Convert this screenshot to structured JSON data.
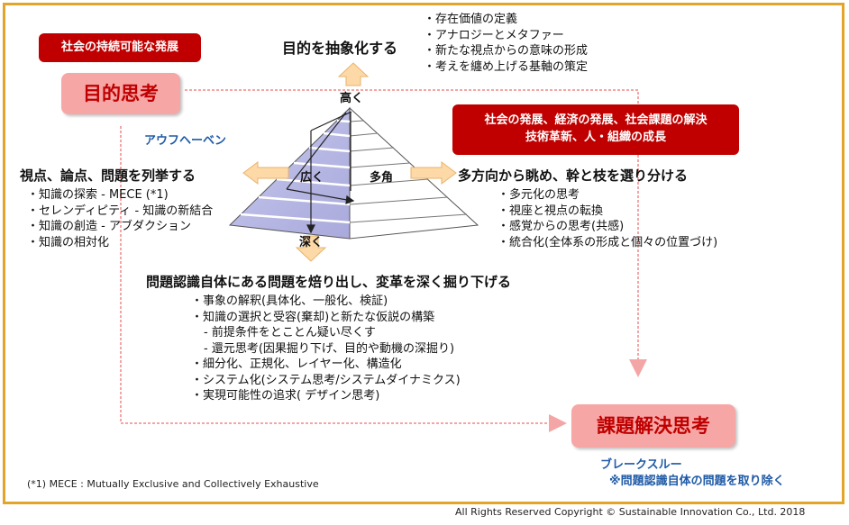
{
  "top_left_badge": "社会の持続可能な発展",
  "purpose_box": "目的思考",
  "aufheben": "アウフヘーベン",
  "abstraction": {
    "heading": "目的を抽象化する",
    "items": [
      "・存在価値の定義",
      "・アナロジーとメタファー",
      "・新たな視点からの意味の形成",
      "・考えを纏め上げる基軸の策定"
    ]
  },
  "social_box": {
    "line1": "社会の発展、経済の発展、社会課題の解決",
    "line2": "技術革新、人・組織の成長"
  },
  "pyramid_labels": {
    "high": "高く",
    "wide": "広く",
    "multi": "多角",
    "deep": "深く"
  },
  "left_section": {
    "heading": "視点、論点、問題を列挙する",
    "items": [
      "・知識の探索 - MECE (*1)",
      "・セレンディピティ - 知識の新結合",
      "・知識の創造 - アブダクション",
      "・知識の相対化"
    ]
  },
  "right_section": {
    "heading": "多方向から眺め、幹と枝を選り分ける",
    "items": [
      "・多元化の思考",
      "・視座と視点の転換",
      "・感覚からの思考(共感)",
      "・統合化(全体系の形成と個々の位置づけ)"
    ]
  },
  "bottom_section": {
    "heading": "問題認識自体にある問題を焙り出し、変革を深く掘り下げる",
    "items": [
      "・事象の解釈(具体化、一般化、検証)",
      "・知識の選択と受容(棄却)と新たな仮説の構築",
      "- 前提条件をとことん疑い尽くす",
      "- 還元思考(因果掘り下げ、目的や動機の深掘り)",
      "・細分化、正規化、レイヤー化、構造化",
      "・システム化(システム思考/システムダイナミクス)",
      "・実現可能性の追求( デザイン思考)"
    ]
  },
  "solution_box": "課題解決思考",
  "breakthrough": "ブレークスルー",
  "breakthrough_note": "※問題認識自体の問題を取り除く",
  "footnote": "(*1) MECE : Mutually Exclusive and Collectively Exhaustive",
  "copyright": "All Rights Reserved Copyright © Sustainable Innovation Co., Ltd. 2018",
  "colors": {
    "frame": "#e2a52a",
    "red": "#c00000",
    "pink": "#f7a6a6",
    "blue": "#1f5aa6",
    "arrow": "#fdd9a8"
  }
}
